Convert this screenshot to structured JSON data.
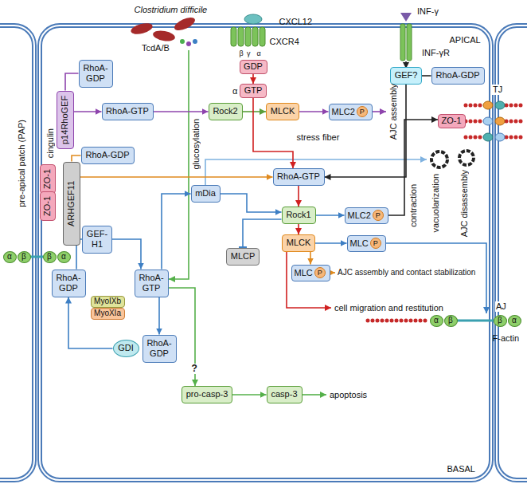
{
  "diagram": {
    "nodes": [
      {
        "text": [
          "RhoA-GDP"
        ]
      },
      {
        "text": [
          "p14RhoGEF"
        ]
      },
      {
        "text": [
          "RhoA-GTP"
        ]
      },
      {
        "text": [
          "RhoA-GDP"
        ]
      },
      {
        "text": [
          "ARHGEF11"
        ]
      },
      {
        "text": [
          "ZO-1"
        ]
      },
      {
        "text": [
          "ZO-1"
        ]
      },
      {
        "text": [
          "Rock2"
        ]
      },
      {
        "text": [
          "MLCK"
        ]
      },
      {
        "text": [
          "MLC2"
        ]
      },
      {
        "text": [
          "P"
        ],
        "in": 9
      },
      {
        "text": [
          "GDP"
        ]
      },
      {
        "text": [
          "GTP"
        ]
      },
      {
        "text": [
          "GEF?"
        ]
      },
      {
        "text": [
          "RhoA-GDP"
        ]
      },
      {
        "text": [
          "RhoA-GTP"
        ]
      },
      {
        "text": [
          "mDia"
        ]
      },
      {
        "text": [
          "GEF-H1"
        ]
      },
      {
        "text": [
          "RhoA-GDP"
        ]
      },
      {
        "text": [
          "RhoA-GTP"
        ]
      },
      {
        "text": [
          "MyoIXb"
        ]
      },
      {
        "text": [
          "MyoXIa"
        ]
      },
      {
        "text": [
          "GDI"
        ]
      },
      {
        "text": [
          "RhoA-GDP"
        ]
      },
      {
        "text": [
          "Rock1"
        ]
      },
      {
        "text": [
          "MLC2"
        ]
      },
      {
        "text": [
          "P"
        ],
        "in": 25
      },
      {
        "text": [
          "MLCK"
        ]
      },
      {
        "text": [
          "MLC"
        ]
      },
      {
        "text": [
          "P"
        ],
        "in": 28
      },
      {
        "text": [
          "MLCP"
        ]
      },
      {
        "text": [
          "MLC"
        ]
      },
      {
        "text": [
          "P"
        ],
        "in": 31
      },
      {
        "text": [
          "pro-casp-3"
        ]
      },
      {
        "text": [
          "casp-3"
        ]
      },
      {
        "text": [
          "ZO-1"
        ]
      },
      {
        "text": [
          "α"
        ]
      },
      {
        "text": [
          "β"
        ]
      },
      {
        "text": [
          "β"
        ]
      },
      {
        "text": [
          "α"
        ]
      },
      {
        "text": [
          "α"
        ]
      },
      {
        "text": [
          "β"
        ]
      },
      {
        "text": [
          "β"
        ]
      },
      {
        "text": [
          "α"
        ]
      }
    ],
    "edges": [
      {
        "from": 0,
        "to": 1,
        "arrow": "none"
      },
      {
        "from": 1,
        "to": 2,
        "arrow": "to"
      },
      {
        "from": 2,
        "to": 7,
        "arrow": "to"
      },
      {
        "from": 7,
        "to": 8,
        "arrow": "to"
      },
      {
        "from": 8,
        "to": 9,
        "arrow": "to"
      },
      {
        "from": 3,
        "to": 4,
        "arrow": "none"
      },
      {
        "from": 4,
        "to": 15,
        "arrow": "to"
      },
      {
        "from": 11,
        "to": 12,
        "arrow": "to"
      },
      {
        "from": 12,
        "to": 15,
        "arrow": "to"
      },
      {
        "from": 14,
        "to": 13,
        "arrow": "none"
      },
      {
        "from": 13,
        "to": 15,
        "arrow": "to"
      },
      {
        "from": 15,
        "to": 24,
        "arrow": "to"
      },
      {
        "from": 19,
        "to": 16,
        "arrow": "to"
      },
      {
        "from": 16,
        "to": 24,
        "arrow": "to"
      },
      {
        "from": 24,
        "to": 25,
        "arrow": "to"
      },
      {
        "from": 24,
        "to": 27,
        "arrow": "to"
      },
      {
        "from": 27,
        "to": 28,
        "arrow": "to"
      },
      {
        "from": 27,
        "to": 31,
        "arrow": "to"
      },
      {
        "from": 24,
        "to": 30,
        "arrow": "to"
      },
      {
        "from": 18,
        "to": 17,
        "arrow": "none"
      },
      {
        "from": 17,
        "to": 19,
        "arrow": "to"
      },
      {
        "from": 19,
        "to": 23,
        "arrow": "to"
      },
      {
        "from": 22,
        "to": 18,
        "arrow": "to"
      },
      {
        "from": 19,
        "to": 33,
        "arrow": "to",
        "label": "?"
      },
      {
        "from": 33,
        "to": 34,
        "arrow": "to"
      }
    ],
    "labels": [
      "Clostridium difficile",
      "TcdA/B",
      "CXCL12",
      "CXCR4",
      "β",
      "γ",
      "α",
      "α",
      "INF-γ",
      "INF-γR",
      "APICAL",
      "BASAL",
      "TJ",
      "AJ",
      "F-actin",
      "pre-apical patch (PAP)",
      "cingulin",
      "glucosylation",
      "stress fiber",
      "AJC assembly",
      "contraction",
      "vacuolarization",
      "AJC disassembly",
      "AJC assembly and contact stabilization",
      "cell migration and restitution",
      "apoptosis"
    ]
  }
}
